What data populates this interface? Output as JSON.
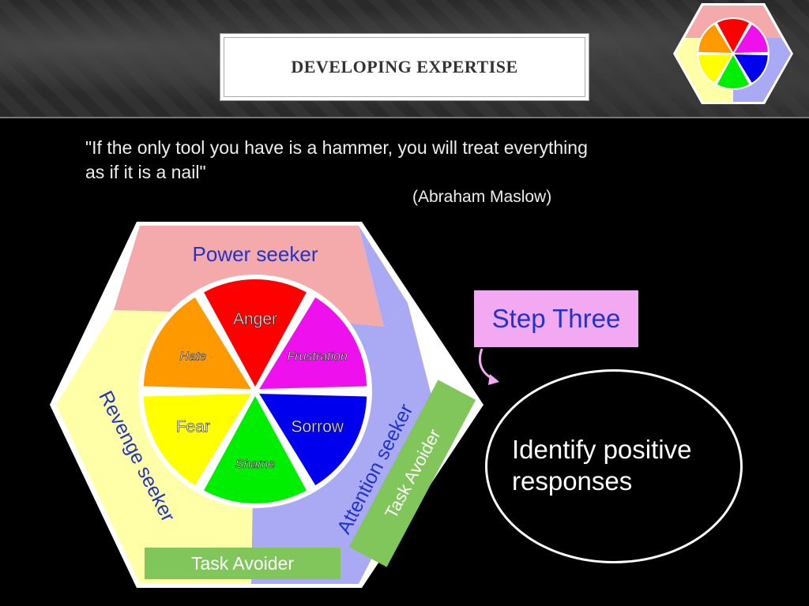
{
  "header": {
    "title": "DEVELOPING EXPERTISE"
  },
  "quote": {
    "line1": "\"If the only tool you have is a hammer, you will treat everything",
    "line2": "as if it is a nail\"",
    "attribution": "(Abraham Maslow)"
  },
  "diagram": {
    "outer": {
      "top_label": "Power seeker",
      "left_label": "Revenge seeker",
      "right_label": "Attention seeker",
      "right_tab_label": "Task Avoider",
      "bottom_tab_label": "Task Avoider"
    },
    "wheel": [
      {
        "label": "Anger",
        "color": "#ff0000"
      },
      {
        "label": "Frustration",
        "color": "#ee11ee"
      },
      {
        "label": "Sorrow",
        "color": "#0000ee"
      },
      {
        "label": "Shame",
        "color": "#00ee00"
      },
      {
        "label": "Fear",
        "color": "#ffff00"
      },
      {
        "label": "Hate",
        "color": "#ff9900"
      }
    ],
    "colors": {
      "power": "#f4aaaa",
      "revenge": "#ffffa8",
      "attention": "#aaaaf4",
      "task_tab": "#80c65a"
    }
  },
  "step": {
    "label": "Step Three",
    "text_color": "#2133c9",
    "box_color": "#f2a9f2"
  },
  "oval": {
    "line1": "Identify positive",
    "line2": "responses"
  }
}
